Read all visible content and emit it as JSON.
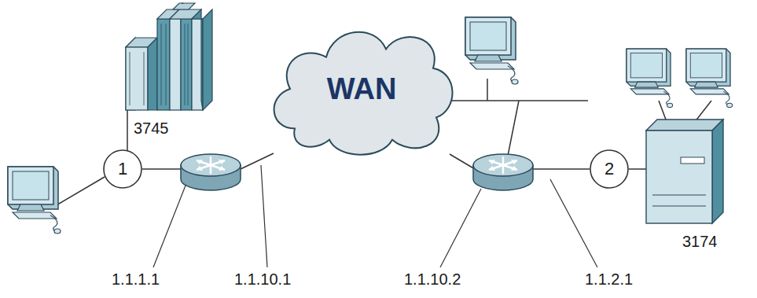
{
  "diagram": {
    "nodes": [
      {
        "text": [
          "1"
        ]
      },
      {
        "text": [
          "WAN"
        ]
      },
      {
        "text": [
          "2"
        ]
      }
    ],
    "labels": [
      "3745",
      "1.1.1.1",
      "1.1.10.1",
      "1.1.10.2",
      "1.1.2.1",
      "3174"
    ]
  }
}
